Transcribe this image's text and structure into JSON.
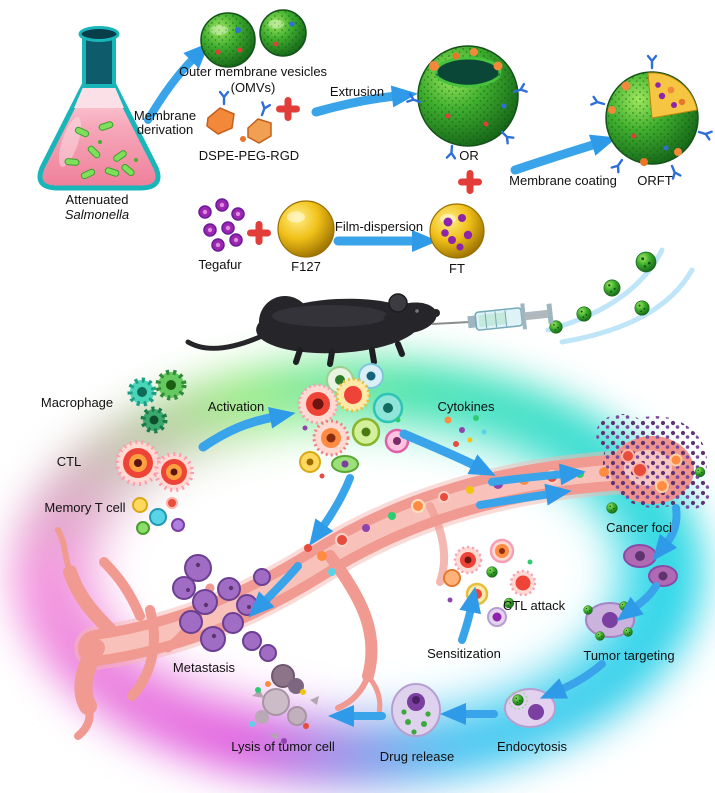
{
  "labels": {
    "omv_line1": "Outer membrane vesicles",
    "omv_line2": "(OMVs)",
    "membrane_derivation_line1": "Membrane",
    "membrane_derivation_line2": "derivation",
    "attenuated": "Attenuated",
    "salmonella": "Salmonella",
    "dspe_peg_rgd": "DSPE-PEG-RGD",
    "extrusion": "Extrusion",
    "or_label": "OR",
    "membrane_coating": "Membrane coating",
    "orft": "ORFT",
    "tegafur": "Tegafur",
    "f127": "F127",
    "film_dispersion": "Film-dispersion",
    "ft": "FT",
    "macrophage": "Macrophage",
    "activation": "Activation",
    "cytokines": "Cytokines",
    "ctl": "CTL",
    "memory_t_cell": "Memory T cell",
    "cancer_foci": "Cancer foci",
    "metastasis": "Metastasis",
    "sensitization": "Sensitization",
    "ctl_attack": "CTL attack",
    "tumor_targeting": "Tumor targeting",
    "drug_release": "Drug release",
    "lysis_of_tumor_cell": "Lysis of tumor cell",
    "endocytosis": "Endocytosis"
  },
  "colors": {
    "arrow_blue": "#3aa4ea",
    "plus_red": "#e23d38",
    "vessel_pink": "#f09a92",
    "vessel_highlight": "#f8c6c0",
    "flask_teal": "#19b6b9",
    "flask_fill_pink": "#f2839b",
    "omv_green": "#2f9e2f",
    "f127_gold": "#e8b80e",
    "tegafur_purple": "#9c27b0",
    "cancer_purple": "#5e3370",
    "glow_cyan": "#2fd8e8",
    "glow_magenta": "#e160e0",
    "glow_green": "#8ae87d",
    "mouse_dark": "#26262a",
    "text": "#111111"
  },
  "illustration_elements": [
    "flask-icon",
    "omv-spheres",
    "dspe-peg-rgd-molecules",
    "or-vesicle",
    "orft-particle",
    "tegafur-cluster",
    "f127-sphere",
    "ft-sphere",
    "nanoparticle-stream",
    "mouse-illustration",
    "syringe-icon",
    "blood-vessel",
    "cancer-foci-cluster",
    "circulating-cells",
    "macrophage-cells",
    "ctl-cells",
    "memory-t-cells",
    "activated-cells-cluster",
    "cytokine-particles",
    "ctl-attack-cluster",
    "metastasis-cells",
    "tumor-targeting-cell",
    "endocytosis-cell",
    "drug-release-cell",
    "lysed-cell-debris"
  ]
}
